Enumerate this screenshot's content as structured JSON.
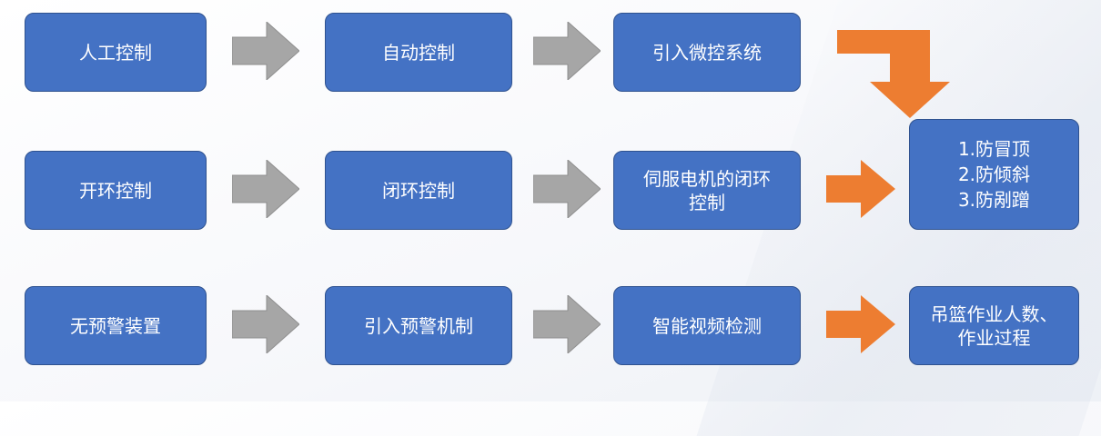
{
  "rows": [
    {
      "stages": [
        "人工控制",
        "自动控制",
        "引入微控系统"
      ]
    },
    {
      "stages": [
        "开环控制",
        "闭环控制",
        "伺服电机的闭环\n控制"
      ]
    },
    {
      "stages": [
        "无预警装置",
        "引入预警机制",
        "智能视频检测"
      ]
    }
  ],
  "outcomes": {
    "anti_topping": "1.防冒顶\n2.防倾斜\n3.防剐蹭",
    "monitoring": "吊篮作业人数、\n作业过程"
  },
  "colors": {
    "box_fill": "#4472c4",
    "box_border": "#2f528f",
    "arrow_gray": "#a6a6a6",
    "arrow_orange": "#ed7d31"
  }
}
